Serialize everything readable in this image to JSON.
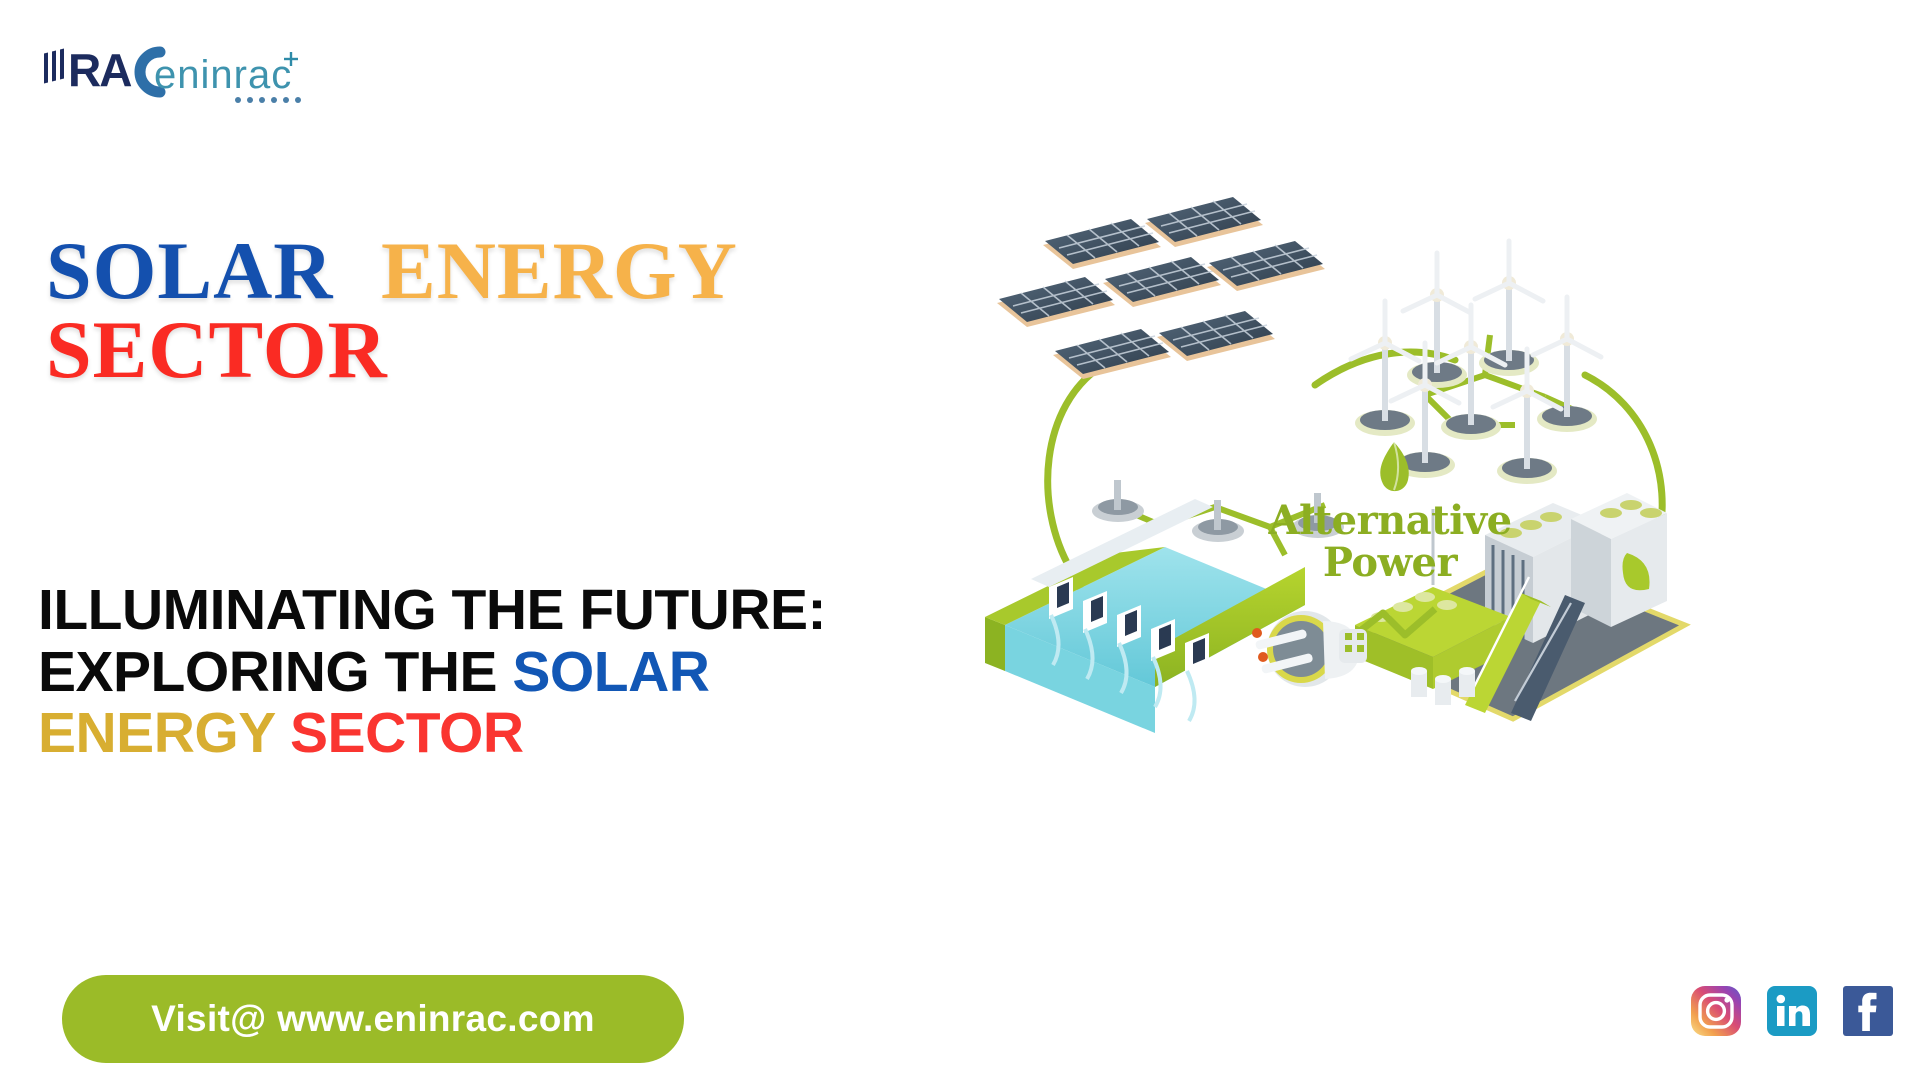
{
  "brand": {
    "logo_primary": "RAC",
    "logo_secondary": "eninrac",
    "logo_primary_color": "#1C2B5E",
    "logo_secondary_color": "#2E8BA8"
  },
  "headline": {
    "word1": "SOLAR",
    "word2": "ENERGY",
    "word3": "SECTOR",
    "color1": "#1450AE",
    "color2": "#F6B24A",
    "color3": "#FA2B23"
  },
  "subheading": {
    "lead": "ILLUMINATING THE FUTURE: EXPLORING THE ",
    "solar": "SOLAR ",
    "energy": "ENERGY ",
    "sector": "SECTOR",
    "lead_color": "#0A0A0A",
    "solar_color": "#1257B5",
    "energy_color": "#D8AE31",
    "sector_color": "#FA3530"
  },
  "cta": {
    "label": "Visit@ www.eninrac.com",
    "background": "#9BBB28",
    "text_color": "#FFFFFF"
  },
  "social": [
    {
      "name": "instagram",
      "label": "Instagram"
    },
    {
      "name": "linkedin",
      "label": "LinkedIn",
      "color": "#1B9BC4"
    },
    {
      "name": "facebook",
      "label": "Facebook",
      "color": "#3B5998"
    }
  ],
  "illustration": {
    "caption_line1": "Alternative",
    "caption_line2": "Power",
    "caption_color": "#8CAE22",
    "elements": [
      "solar-panel-array",
      "wind-turbine-farm",
      "hydroelectric-dam",
      "green-power-plant",
      "electric-plug"
    ],
    "cable_color": "#9CBE2A",
    "panel_color": "#3F4E5E",
    "water_color": "#79D4E0",
    "grass_color": "#A6C62A"
  }
}
